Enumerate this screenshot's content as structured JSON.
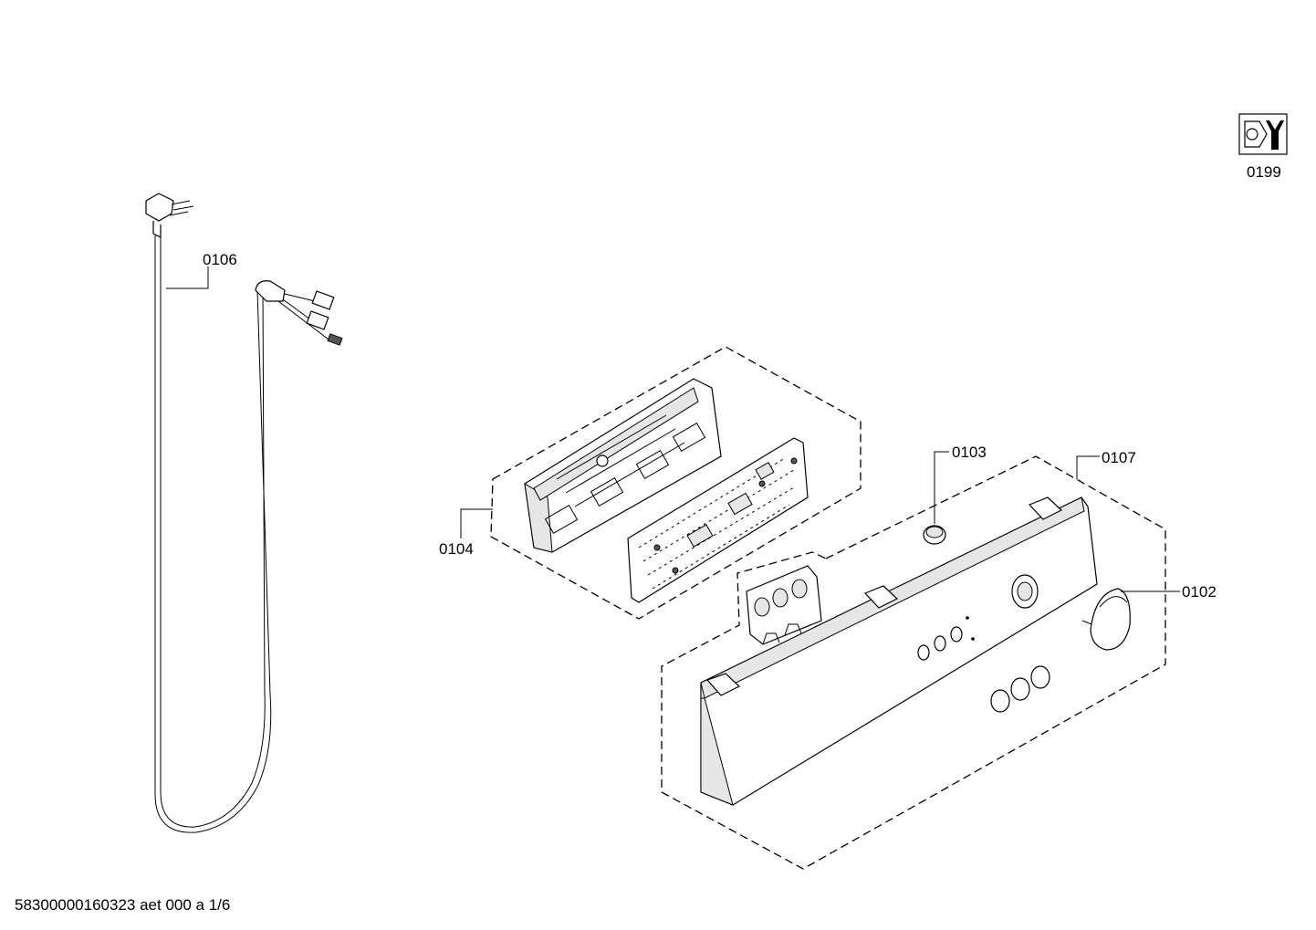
{
  "labels": {
    "p0199": "0199",
    "p0106": "0106",
    "p0104": "0104",
    "p0103": "0103",
    "p0107": "0107",
    "p0102": "0102"
  },
  "footer": {
    "doc_id": "58300000160323 aet 000 a 1/6"
  },
  "icons": {
    "tool": "nut-and-wrench-icon"
  }
}
